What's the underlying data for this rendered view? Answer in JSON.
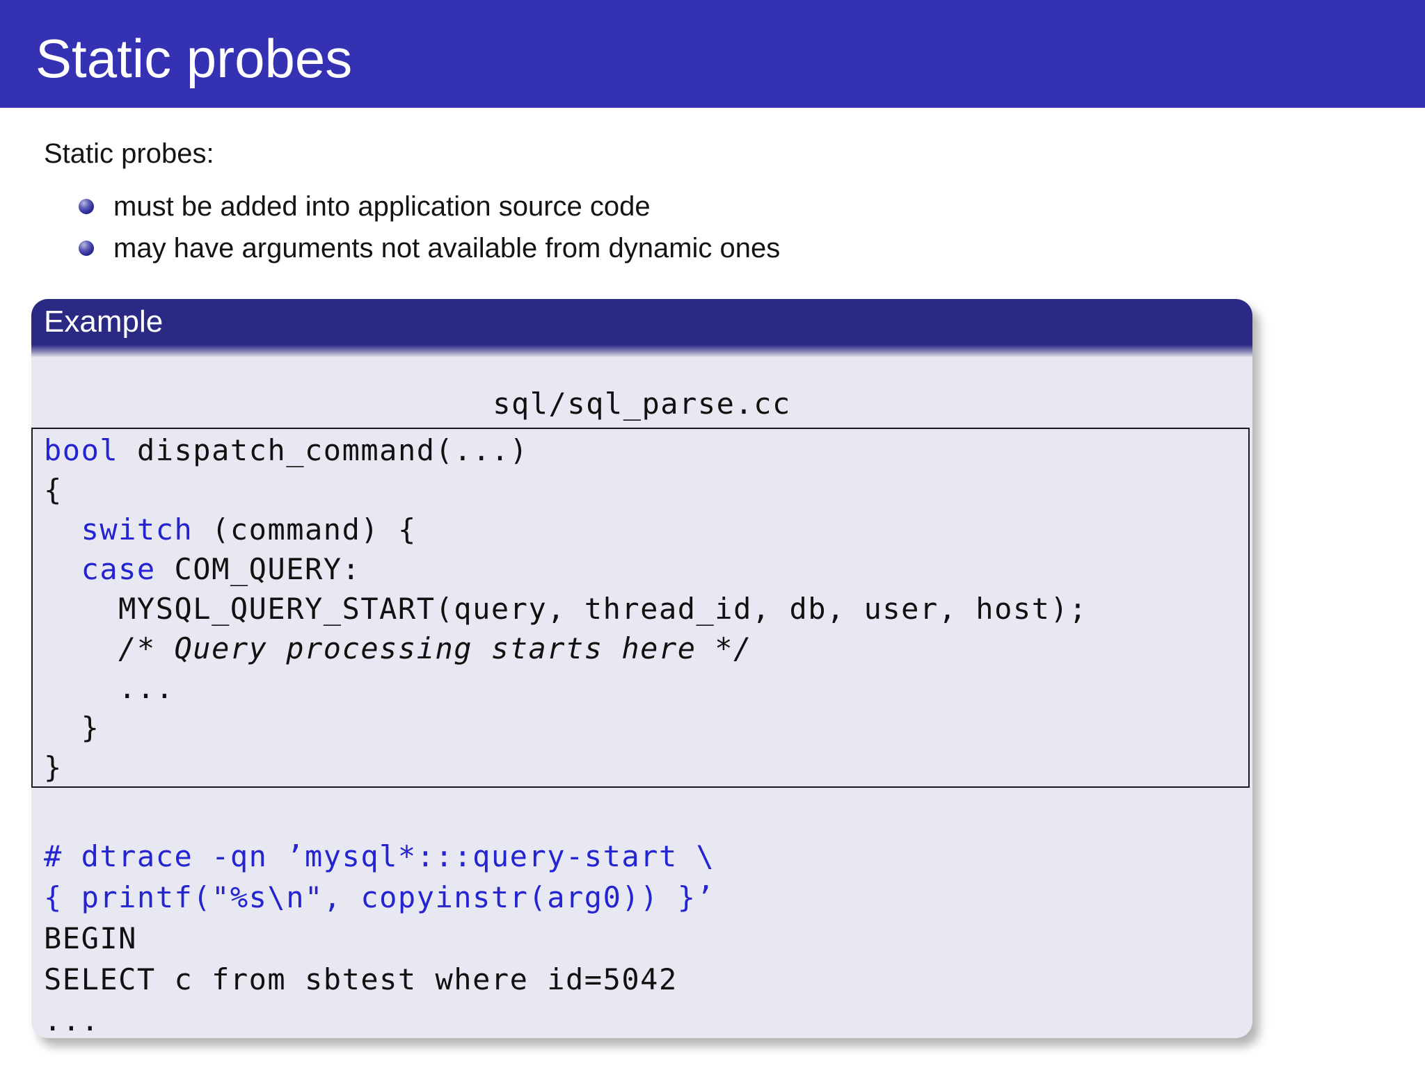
{
  "header": {
    "title": "Static probes"
  },
  "body": {
    "intro": "Static probes:",
    "bullets": [
      "must be added into application source code",
      "may have arguments not available from dynamic ones"
    ]
  },
  "example": {
    "title": "Example",
    "filename": "sql/sql_parse.cc",
    "code": {
      "l1_kw": "bool",
      "l1_rest": " dispatch_command(...)",
      "l2": "{",
      "l3_pre": "  ",
      "l3_kw": "switch",
      "l3_rest": " (command) {",
      "l4_pre": "  ",
      "l4_kw": "case",
      "l4_rest": " COM_QUERY:",
      "l5": "    MYSQL_QUERY_START(query, thread_id, db, user, host);",
      "l6_comment": "    /* Query processing starts here */",
      "l7": "    ...",
      "l8": "  }",
      "l9": "}"
    },
    "shell": {
      "cmd1": "# dtrace -qn ’mysql*:::query-start \\",
      "cmd2": "{ printf(\"%s\\n\", copyinstr(arg0)) }’",
      "out1": "BEGIN",
      "out2": "SELECT c from sbtest where id=5042",
      "out3": "..."
    }
  },
  "colors": {
    "header_bg": "#3432b2",
    "block_title_bg": "#2a2a85",
    "block_body_bg": "#e8e8f2",
    "keyword_blue": "#2323cf",
    "shell_blue": "#2424d0",
    "text_black": "#141414",
    "code_black": "#111111"
  }
}
